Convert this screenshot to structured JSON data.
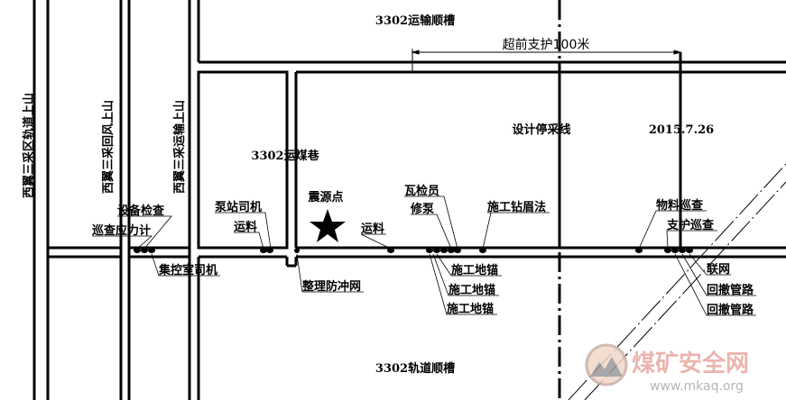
{
  "roads": {
    "top": "3302运输顺槽",
    "bottom": "3302轨道顺槽",
    "coal_lane": "3302运煤巷",
    "incline_track": "西翼三采区轨道上山",
    "incline_return": "西翼三采回风上山",
    "incline_transport": "西翼三采运输上山"
  },
  "dimension": {
    "label": "超前支护100米"
  },
  "stop_line": "设计停采线",
  "date": "2015.7.26",
  "source_point": "震源点",
  "labels": {
    "equip_check": "设备检查",
    "stress_patrol": "巡查应力计",
    "control_driver": "集控室司机",
    "pump_driver": "泵站司机",
    "haul1": "运料",
    "haul2": "运料",
    "net_arrange": "整理防冲网",
    "gas_inspector": "瓦检员",
    "pump_repair": "修泵",
    "drill_method": "施工钻眉法",
    "anchor1": "施工地锚",
    "anchor2": "施工地锚",
    "anchor3": "施工地锚",
    "material_patrol": "物料巡查",
    "support_patrol": "支护巡查",
    "mesh": "联网",
    "pipe1": "回撤管路",
    "pipe2": "回撤管路"
  },
  "watermark": {
    "name": "煤矿安全网",
    "url": "www.mkaq.org"
  }
}
